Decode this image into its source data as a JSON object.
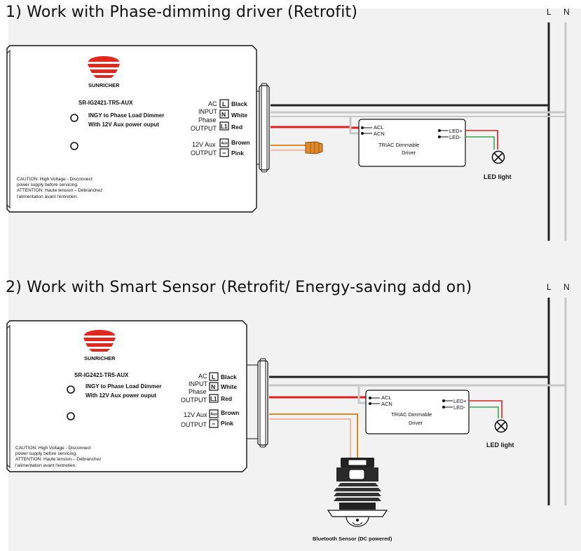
{
  "sections": [
    {
      "title": "1) Work with Phase-dimming driver (Retrofit)",
      "line_labels": {
        "l": "L",
        "n": "N"
      },
      "device": {
        "brand": "SUNRICHER",
        "model": "SR-IG2421-TR5-AUX",
        "desc_1": "INGY to Phase Load Dimmer",
        "desc_2": "With 12V Aux power ouput",
        "caution_1": "CAUTION: High Voltage - Disconnect",
        "caution_2": "power supply before servicing.",
        "caution_3": "ATTENTION: Haute tension – Débranchez",
        "caution_4": "l'alimentation avant l'entretien."
      },
      "terminals": {
        "ac": "AC",
        "input": "INPUT",
        "phase": "Phase",
        "output": "OUTPUT",
        "aux": "12V Aux",
        "output2": "OUTPUT",
        "t_l": "L",
        "t_n": "N",
        "t_l1": "L1",
        "t_aux": "Aux",
        "t_minus": "−",
        "w_black": "Black",
        "w_white": "White",
        "w_red": "Red",
        "w_brown": "Brown",
        "w_pink": "Pink"
      },
      "driver": {
        "acl": "ACL",
        "acn": "ACN",
        "led_pos": "LED+",
        "led_neg": "LED-",
        "name_1": "TRIAC Dimmable",
        "name_2": "Driver"
      },
      "led": "LED light"
    },
    {
      "title": "2) Work with Smart Sensor (Retrofit/ Energy-saving add on)",
      "line_labels": {
        "l": "L",
        "n": "N"
      },
      "device": {
        "brand": "SUNRICHER",
        "model": "SR-IG2421-TR5-AUX",
        "desc_1": "INGY to Phase Load Dimmer",
        "desc_2": "With 12V Aux power ouput",
        "caution_1": "CAUTION: High Voltage - Disconnect",
        "caution_2": "power supply before servicing.",
        "caution_3": "ATTENTION: Haute tension – Débranchez",
        "caution_4": "l'alimentation avant l'entretien."
      },
      "terminals": {
        "ac": "AC",
        "input": "INPUT",
        "phase": "Phase",
        "output": "OUTPUT",
        "aux": "12V Aux",
        "output2": "OUTPUT",
        "t_l": "L",
        "t_n": "N",
        "t_l1": "L1",
        "t_aux": "Aux",
        "t_minus": "−",
        "w_black": "Black",
        "w_white": "White",
        "w_red": "Red",
        "w_brown": "Brown",
        "w_pink": "Pink"
      },
      "driver": {
        "acl": "ACL",
        "acn": "ACN",
        "led_pos": "LED+",
        "led_neg": "LED-",
        "name_1": "TRIAC Dimmable",
        "name_2": "Driver"
      },
      "led": "LED light",
      "sensor": "Bluetooth Sensor (DC powered)"
    }
  ],
  "colors": {
    "background": "#f2f2f2",
    "black_wire": "#222222",
    "white_wire": "#c8c8c8",
    "red_wire": "#e02020",
    "brown_wire": "#e08a2a",
    "pink_wire": "#f2b8a8",
    "green_wire": "#3aa64a",
    "brand_red": "#e0281e"
  }
}
